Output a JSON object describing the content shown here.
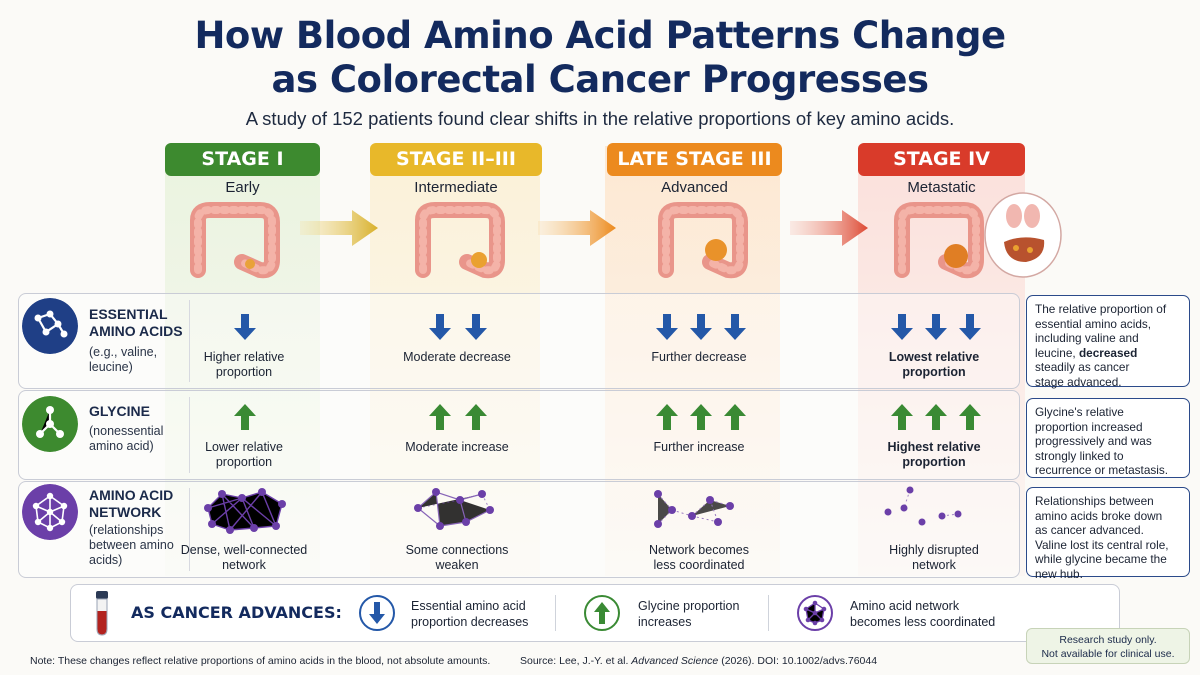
{
  "title_line1": "How Blood Amino Acid Patterns Change",
  "title_line2": "as Colorectal Cancer Progresses",
  "subtitle": "A study of 152 patients found clear shifts in the relative proportions of key amino acids.",
  "stages": [
    {
      "label": "STAGE I",
      "sub": "Early",
      "color": "#3d8a2f"
    },
    {
      "label": "STAGE II–III",
      "sub": "Intermediate",
      "color": "#e8b82a"
    },
    {
      "label": "LATE STAGE III",
      "sub": "Advanced",
      "color": "#ec8a1e"
    },
    {
      "label": "STAGE IV",
      "sub": "Metastatic",
      "color": "#d93b2a"
    }
  ],
  "rows": {
    "essential": {
      "title_line1": "ESSENTIAL",
      "title_line2": "AMINO ACIDS",
      "sub_line1": "(e.g., valine,",
      "sub_line2": "leucine)",
      "cells": [
        {
          "l1": "Higher relative",
          "l2": "proportion",
          "arrows": 1
        },
        {
          "l1": "Moderate decrease",
          "l2": "",
          "arrows": 2
        },
        {
          "l1": "Further decrease",
          "l2": "",
          "arrows": 3
        },
        {
          "l1": "Lowest relative",
          "l2": "proportion",
          "arrows": 3
        }
      ],
      "note": [
        "The relative proportion of",
        "essential amino acids,",
        "including valine and",
        "leucine, ",
        "decreased",
        "steadily as cancer",
        "stage advanced."
      ]
    },
    "glycine": {
      "title_line1": "GLYCINE",
      "sub_line1": "(nonessential",
      "sub_line2": "amino acid)",
      "cells": [
        {
          "l1": "Lower relative",
          "l2": "proportion",
          "arrows": 1
        },
        {
          "l1": "Moderate increase",
          "l2": "",
          "arrows": 2
        },
        {
          "l1": "Further increase",
          "l2": "",
          "arrows": 3
        },
        {
          "l1": "Highest relative",
          "l2": "proportion",
          "arrows": 3
        }
      ],
      "note": [
        "Glycine's relative",
        "proportion increased",
        "progressively and was",
        "strongly linked to",
        "recurrence or metastasis."
      ]
    },
    "network": {
      "title_line1": "AMINO ACID",
      "title_line2": "NETWORK",
      "sub_line1": "(relationships",
      "sub_line2": "between amino",
      "sub_line3": "acids)",
      "cells": [
        {
          "l1": "Dense, well-connected",
          "l2": "network"
        },
        {
          "l1": "Some connections",
          "l2": "weaken"
        },
        {
          "l1": "Network becomes",
          "l2": "less coordinated"
        },
        {
          "l1": "Highly disrupted",
          "l2": "network"
        }
      ],
      "note": [
        "Relationships between",
        "amino acids broke down",
        "as cancer advanced.",
        "Valine lost its central role,",
        "while glycine became the",
        "new hub."
      ]
    }
  },
  "summary": {
    "heading": "AS CANCER ADVANCES:",
    "item1_l1": "Essential amino acid",
    "item1_l2": "proportion decreases",
    "item2_l1": "Glycine proportion",
    "item2_l2": "increases",
    "item3_l1": "Amino acid network",
    "item3_l2": "becomes less coordinated"
  },
  "footnote": "Note: These changes reflect relative proportions of amino acids in the blood, not absolute amounts.",
  "source_prefix": "Source: Lee, J.-Y. et al. ",
  "source_journal": "Advanced Science",
  "source_suffix": " (2026). DOI: 10.1002/advs.76044",
  "disclaimer_l1": "Research study only.",
  "disclaimer_l2": "Not available for clinical use.",
  "colors": {
    "navy": "#132a5e",
    "blue_arrow": "#2458a8",
    "green_arrow": "#3a8a34",
    "purple": "#6b3fa8"
  }
}
